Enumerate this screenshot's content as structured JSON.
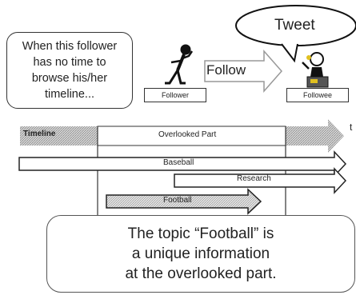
{
  "callout": {
    "lines": [
      "When this follower",
      "has no time to",
      "browse his/her",
      "timeline..."
    ]
  },
  "follower": {
    "label": "Follower"
  },
  "followee": {
    "label": "Followee"
  },
  "follow_arrow": {
    "label": "Follow"
  },
  "tweet_bubble": {
    "label": "Tweet"
  },
  "timeline": {
    "label": "Timeline",
    "overlooked_label": "Overlooked Part",
    "axis_label": "t"
  },
  "topics": {
    "baseball": "Baseball",
    "research": "Research",
    "football": "Football"
  },
  "summary": {
    "lines": [
      "The topic “Football” is",
      "a unique information",
      "at the overlooked part."
    ]
  },
  "colors": {
    "hatch": "#9a9a9a",
    "stroke": "#333333",
    "arrow_fill": "#c8c8c8"
  }
}
